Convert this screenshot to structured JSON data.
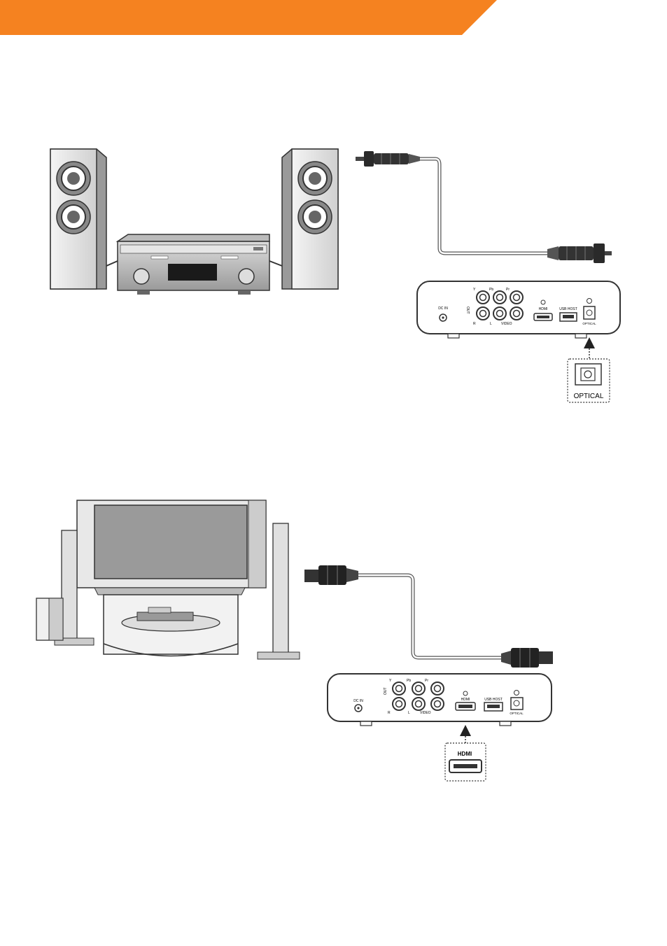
{
  "colors": {
    "banner": "#F58220",
    "line": "#333333",
    "fill_light": "#eeeeee",
    "fill_dark": "#222222"
  },
  "device_labels": {
    "dc_in": "DC IN",
    "y": "Y",
    "pb": "Pb",
    "pr": "Pr",
    "out": "OUT",
    "r": "R",
    "l": "L",
    "video": "VIDEO",
    "hdmi": "HDMI",
    "usb_host": "USB HOST",
    "optical": "OPTICAL"
  },
  "callouts": {
    "optical": "OPTICAL",
    "hdmi": "HDMI"
  },
  "icons": [
    "stereo-system-illustration",
    "optical-cable-icon",
    "media-player-rear-panel",
    "home-theater-illustration",
    "hdmi-cable-icon",
    "arrow-up-icon"
  ]
}
